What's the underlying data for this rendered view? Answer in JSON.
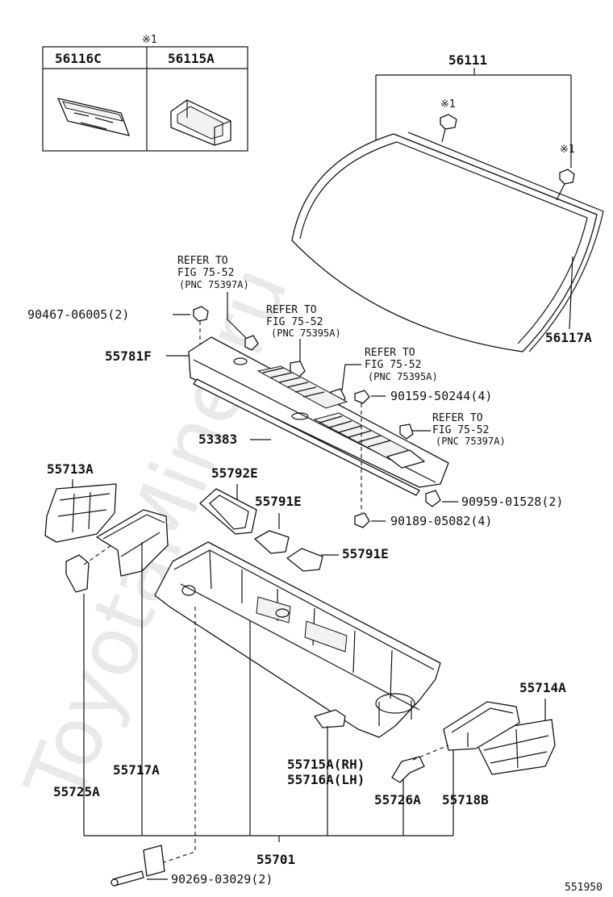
{
  "watermark": "ToyotaMine.ru",
  "figure_number": "551950",
  "note_marker": "※1",
  "inset_table": {
    "marker": "※1",
    "columns": [
      "56116C",
      "56115A"
    ]
  },
  "parts": {
    "windshield": "56111",
    "windshield_marker_left": "※1",
    "windshield_marker_right": "※1",
    "windshield_molding": "56117A",
    "screw_left": "90467-06005(2)",
    "cowl_top_panel": "55781F",
    "weatherstrip": "53383",
    "bolt": "90159-50244(4)",
    "nut_clip_right": "90959-01528(2)",
    "clip_bottom": "90189-05082(4)",
    "panel_left": "55713A",
    "cover_55792E": "55792E",
    "cover_55791E_a": "55791E",
    "cover_55791E_b": "55791E",
    "panel_right": "55714A",
    "cowl_panel": "55701",
    "brace_left": "55717A",
    "bracket_left": "55725A",
    "bracket_rh": "55715A(RH)",
    "bracket_lh": "55716A(LH)",
    "bracket_right_a": "55726A",
    "bracket_right_b": "55718B",
    "bottom_bolt": "90269-03029(2)"
  },
  "refs": [
    {
      "line1": "REFER TO",
      "line2": "FIG 75-52",
      "line3": "(PNC 75397A)"
    },
    {
      "line1": "REFER TO",
      "line2": "FIG 75-52",
      "line3": "(PNC 75395A)"
    },
    {
      "line1": "REFER TO",
      "line2": "FIG 75-52",
      "line3": "(PNC 75395A)"
    },
    {
      "line1": "REFER TO",
      "line2": "FIG 75-52",
      "line3": "(PNC 75397A)"
    }
  ]
}
